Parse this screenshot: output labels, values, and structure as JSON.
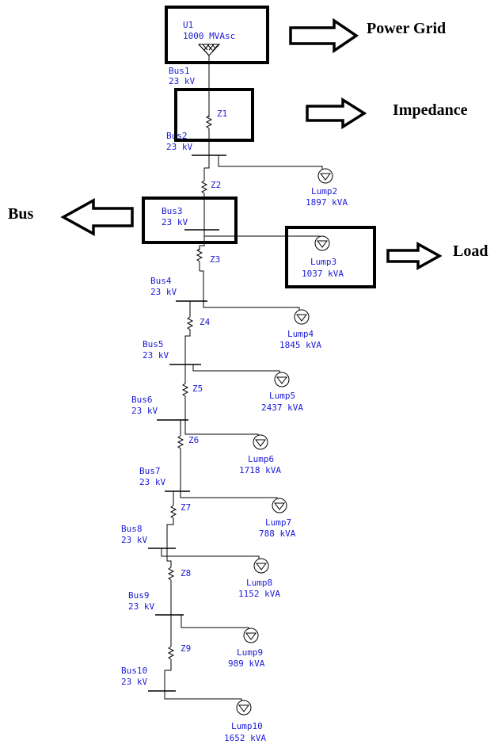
{
  "source": {
    "id": "U1",
    "rating": "1000 MVAsc"
  },
  "buses": [
    {
      "name": "Bus1",
      "voltage": "23 kV"
    },
    {
      "name": "Bus2",
      "voltage": "23 kV"
    },
    {
      "name": "Bus3",
      "voltage": "23 kV"
    },
    {
      "name": "Bus4",
      "voltage": "23 kV"
    },
    {
      "name": "Bus5",
      "voltage": "23 kV"
    },
    {
      "name": "Bus6",
      "voltage": "23 kV"
    },
    {
      "name": "Bus7",
      "voltage": "23 kV"
    },
    {
      "name": "Bus8",
      "voltage": "23 kV"
    },
    {
      "name": "Bus9",
      "voltage": "23 kV"
    },
    {
      "name": "Bus10",
      "voltage": "23 kV"
    }
  ],
  "impedances": [
    "Z1",
    "Z2",
    "Z3",
    "Z4",
    "Z5",
    "Z6",
    "Z7",
    "Z8",
    "Z9"
  ],
  "loads": [
    {
      "name": "Lump2",
      "rating": "1897 kVA"
    },
    {
      "name": "Lump3",
      "rating": "1037 kVA"
    },
    {
      "name": "Lump4",
      "rating": "1845 kVA"
    },
    {
      "name": "Lump5",
      "rating": "2437 kVA"
    },
    {
      "name": "Lump6",
      "rating": "1718 kVA"
    },
    {
      "name": "Lump7",
      "rating": "788 kVA"
    },
    {
      "name": "Lump8",
      "rating": "1152 kVA"
    },
    {
      "name": "Lump9",
      "rating": "989 kVA"
    },
    {
      "name": "Lump10",
      "rating": "1652 kVA"
    }
  ],
  "callouts": {
    "power_grid": "Power Grid",
    "impedance": "Impedance",
    "bus": "Bus",
    "load": "Load"
  }
}
